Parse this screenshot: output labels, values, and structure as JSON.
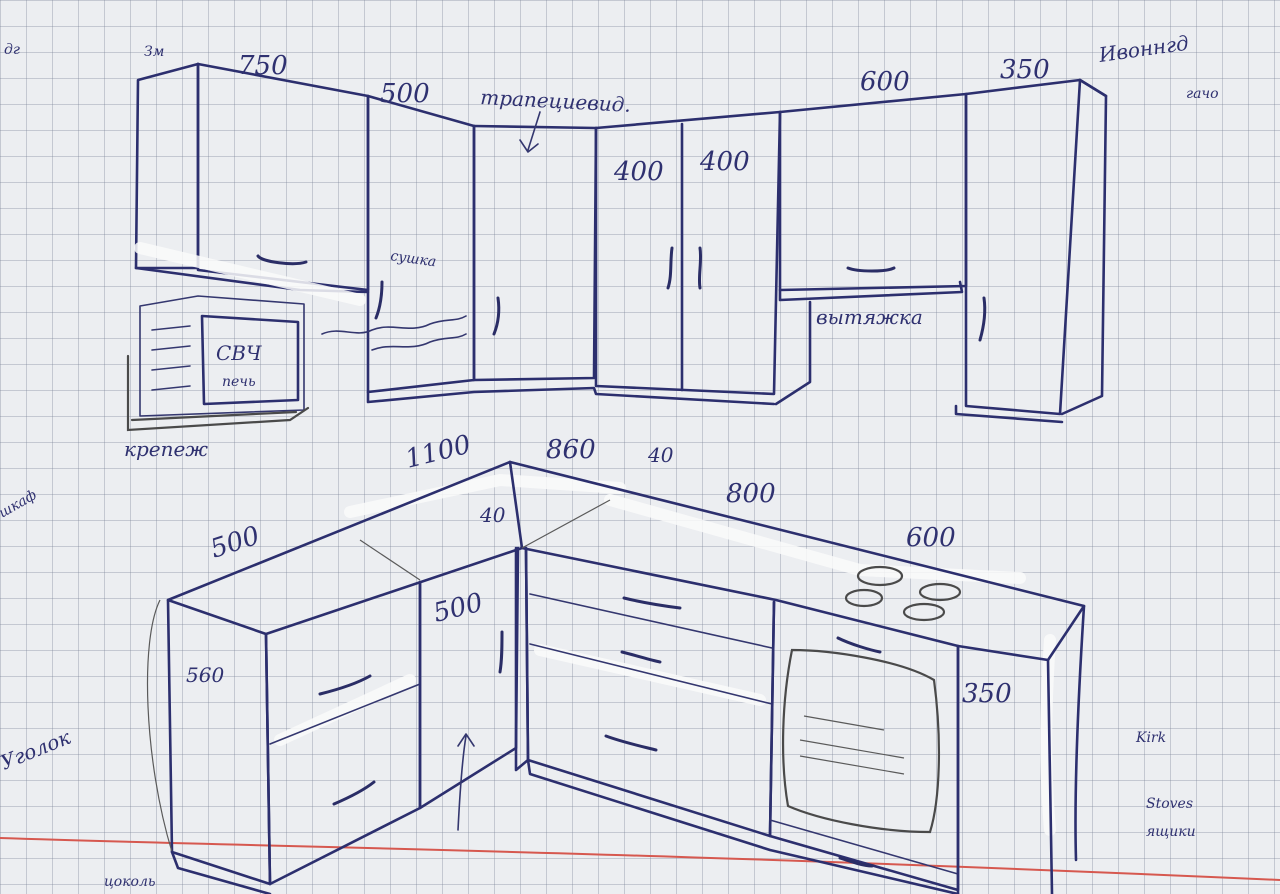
{
  "dimensions": {
    "upper_left_top_a": "750",
    "upper_500": "500",
    "upper_600": "600",
    "upper_350": "350",
    "door_400_left": "400",
    "door_400_right": "400",
    "lower_1100": "1100",
    "lower_860": "860",
    "lower_40_top": "40",
    "lower_40_inner": "40",
    "lower_800": "800",
    "lower_500_left": "500",
    "lower_560": "560",
    "lower_500_corner": "500",
    "lower_600": "600",
    "lower_350": "350"
  },
  "labels": {
    "trapezoid": "трапециевид.",
    "dryer": "сушка",
    "hood": "вытяжка",
    "microwave_line1": "СВЧ",
    "microwave_line2": "печь",
    "mount": "крепеж",
    "right_top_note": "Ивоннгд",
    "right_top_note2": "гачо",
    "left_mid_note": "шкаф",
    "left_low_note": "Уголок",
    "right_low_note": "Kirk",
    "right_bottom_note1": "Stoves",
    "right_bottom_note2": "ящики",
    "bottom_left_note": "цоколь",
    "top_left_note": "дг",
    "top_left_note2": "Зм"
  }
}
